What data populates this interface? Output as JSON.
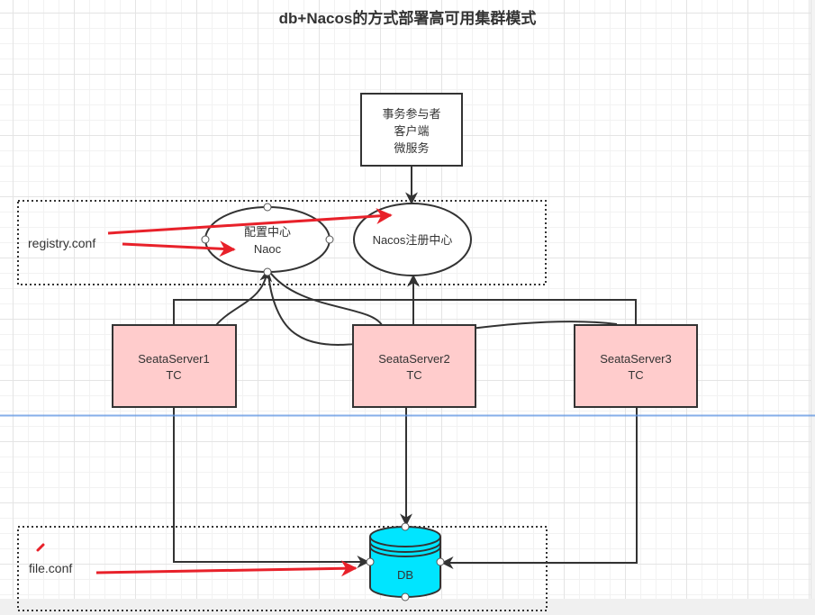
{
  "title": "db+Nacos的方式部署高可用集群模式",
  "colors": {
    "server_fill": "#ffcccc",
    "db_fill": "#00e5ff",
    "annotation_red": "#e8212a",
    "stroke": "#333333",
    "guide_line": "#5a91e1"
  },
  "nodes": {
    "client": {
      "lines": [
        "事务参与者",
        "客户端",
        "微服务"
      ]
    },
    "config_center": {
      "lines": [
        "配置中心",
        "Naoc"
      ]
    },
    "registry_center": {
      "label": "Nacos注册中心"
    },
    "servers": [
      {
        "name": "SeataServer1",
        "role": "TC"
      },
      {
        "name": "SeataServer2",
        "role": "TC"
      },
      {
        "name": "SeataServer3",
        "role": "TC"
      }
    ],
    "db": {
      "label": "DB"
    }
  },
  "groups": {
    "registry_group": {
      "label": "registry.conf"
    },
    "file_group": {
      "label": "file.conf"
    }
  },
  "edges": [
    {
      "from": "client",
      "to": "registry_center",
      "style": "arrow"
    },
    {
      "from": "SeataServer1",
      "to": "config_center",
      "style": "curve"
    },
    {
      "from": "SeataServer2",
      "to": "config_center",
      "style": "curve"
    },
    {
      "from": "SeataServer3",
      "to": "config_center",
      "style": "curve"
    },
    {
      "from": "SeataServer1",
      "to": "registry_center",
      "style": "orthogonal"
    },
    {
      "from": "SeataServer2",
      "to": "registry_center",
      "style": "arrow"
    },
    {
      "from": "SeataServer3",
      "to": "registry_center",
      "style": "orthogonal"
    },
    {
      "from": "SeataServer1",
      "to": "db",
      "style": "orthogonal"
    },
    {
      "from": "SeataServer2",
      "to": "db",
      "style": "arrow"
    },
    {
      "from": "SeataServer3",
      "to": "db",
      "style": "orthogonal"
    }
  ],
  "annotations": [
    {
      "from": "registry.conf",
      "to": "registry_center",
      "color": "red"
    },
    {
      "from": "registry.conf",
      "to": "config_center",
      "color": "red"
    },
    {
      "from": "file.conf",
      "to": "db",
      "color": "red"
    }
  ]
}
